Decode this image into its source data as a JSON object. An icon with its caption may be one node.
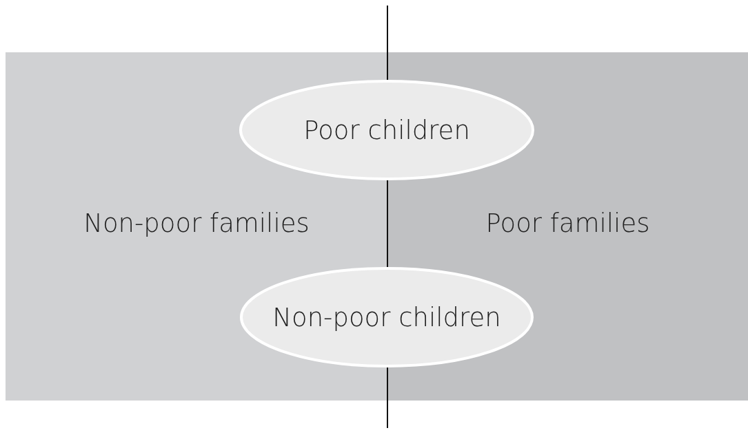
{
  "diagram": {
    "nodes": [
      {
        "text": [
          "Non-poor families"
        ]
      },
      {
        "text": [
          "Poor families"
        ]
      },
      {
        "text": [
          "Poor children"
        ]
      },
      {
        "text": [
          "Non-poor children"
        ]
      }
    ],
    "edges": []
  }
}
